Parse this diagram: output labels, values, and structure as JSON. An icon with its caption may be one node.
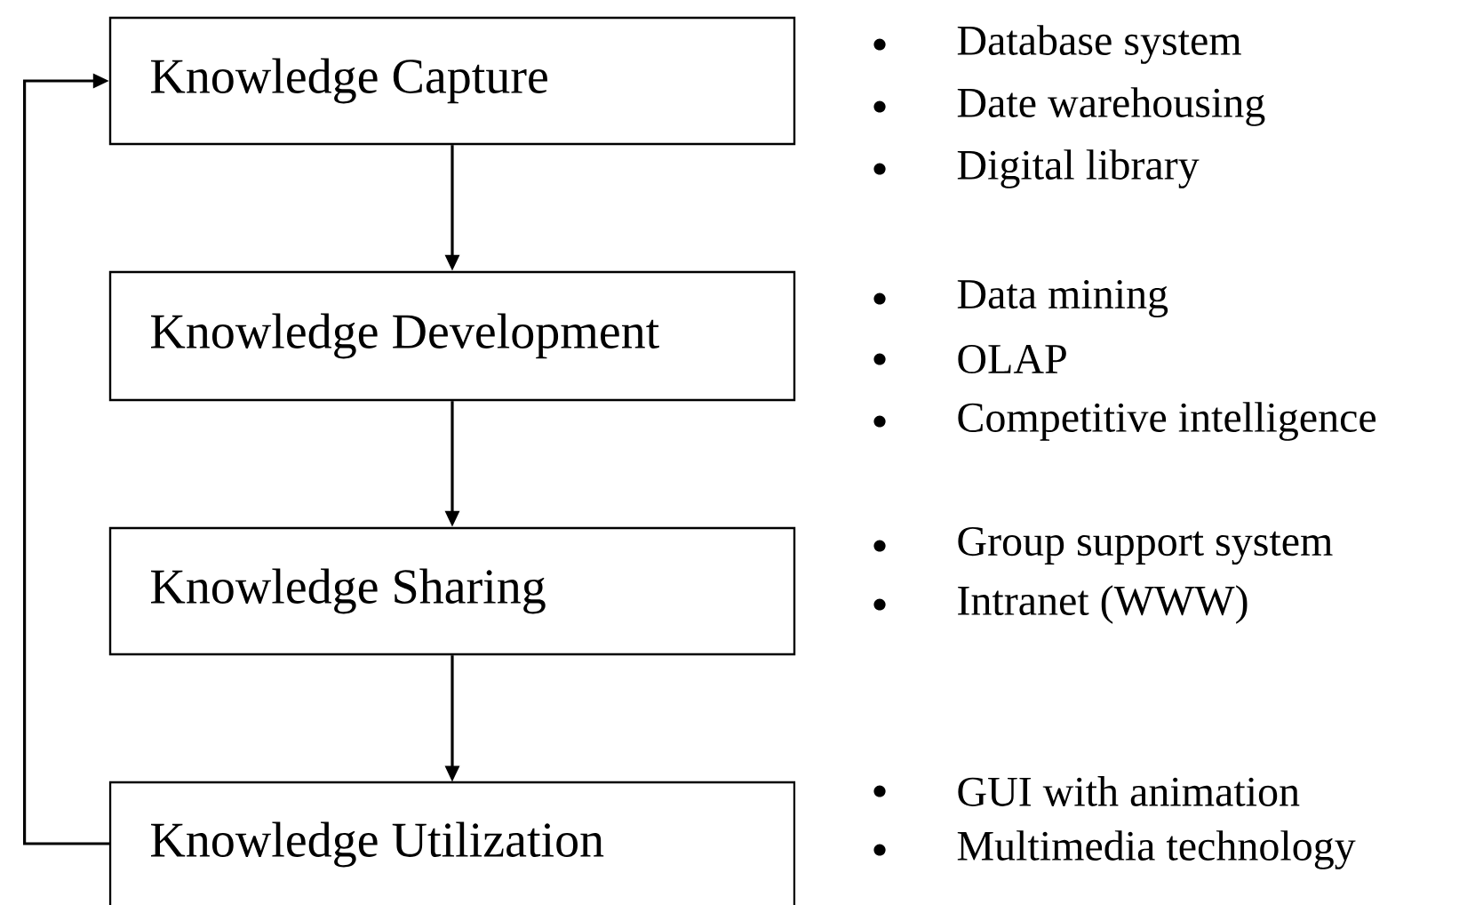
{
  "diagram": {
    "nodes": [
      {
        "text": [
          "Knowledge Capture"
        ]
      },
      {
        "text": [
          "Knowledge Development"
        ]
      },
      {
        "text": [
          "Knowledge Sharing"
        ]
      },
      {
        "text": [
          "Knowledge Utilization"
        ]
      }
    ],
    "edges": [
      {
        "from": 0,
        "to": 1,
        "arrow": "to"
      },
      {
        "from": 1,
        "to": 2,
        "arrow": "to"
      },
      {
        "from": 2,
        "to": 3,
        "arrow": "to"
      },
      {
        "from": 3,
        "to": 0,
        "arrow": "to"
      }
    ],
    "labels": [
      "Database system",
      "Date warehousing",
      "Digital library",
      "Data mining",
      "OLAP",
      "Competitive intelligence",
      "Group support system",
      "Intranet (WWW)",
      "GUI with animation",
      "Multimedia technology"
    ]
  }
}
